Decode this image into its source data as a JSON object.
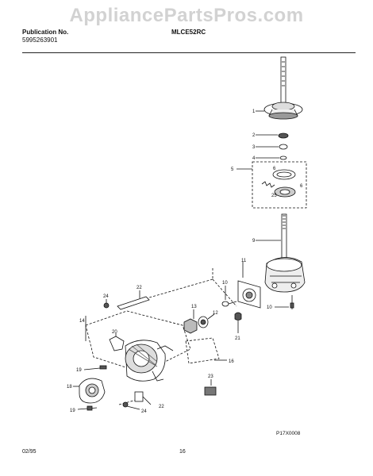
{
  "watermark": "AppliancePartsPros.com",
  "header": {
    "publication_label": "Publication No.",
    "publication_number": "5995263901",
    "model": "MLCE52RC"
  },
  "diagram_code": "P17X0008",
  "footer": {
    "date": "02/95",
    "page": "16"
  },
  "callouts": [
    "1",
    "2",
    "3",
    "4",
    "5",
    "6",
    "6",
    "25",
    "9",
    "11",
    "10",
    "10",
    "22",
    "24",
    "13",
    "12",
    "21",
    "14",
    "20",
    "16",
    "19",
    "18",
    "19",
    "23",
    "22",
    "24"
  ]
}
